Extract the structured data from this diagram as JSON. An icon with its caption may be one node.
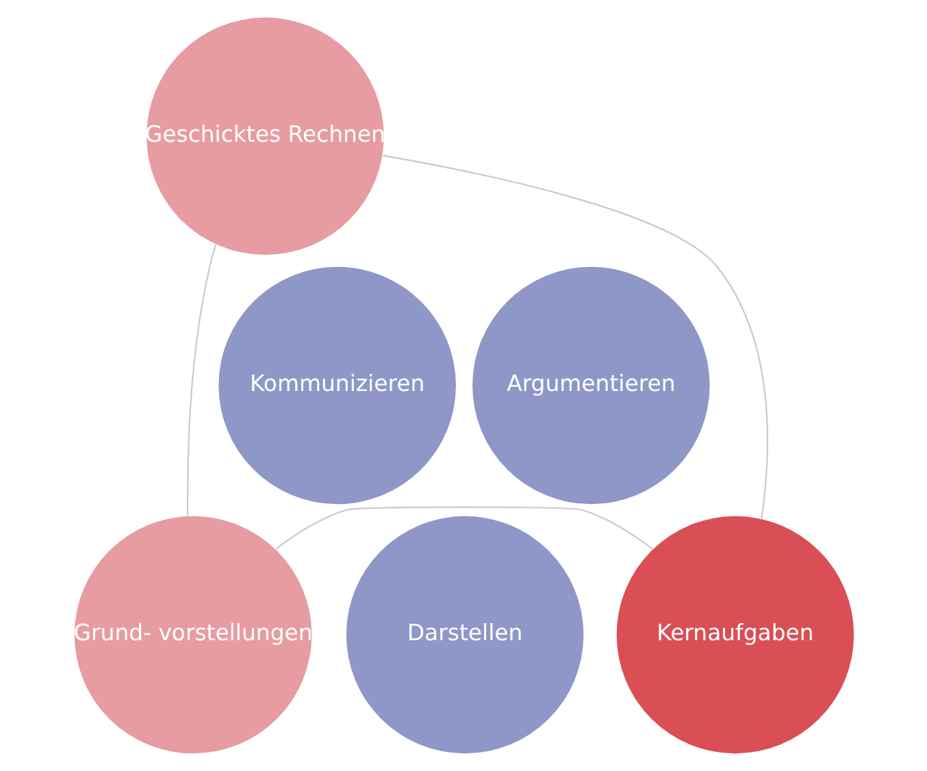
{
  "diagram": {
    "nodes": [
      {
        "text": [
          "Geschicktes Rechnen"
        ]
      },
      {
        "text": [
          "Kommunizieren"
        ]
      },
      {
        "text": [
          "Argumentieren"
        ]
      },
      {
        "text": [
          "Grund- vorstellungen"
        ]
      },
      {
        "text": [
          "Darstellen"
        ]
      },
      {
        "text": [
          "Kernaufgaben"
        ]
      }
    ],
    "edges": [
      {
        "from": 0,
        "to": 3,
        "arrow": "none"
      },
      {
        "from": 0,
        "to": 5,
        "arrow": "none"
      },
      {
        "from": 3,
        "to": 5,
        "arrow": "none"
      }
    ]
  }
}
